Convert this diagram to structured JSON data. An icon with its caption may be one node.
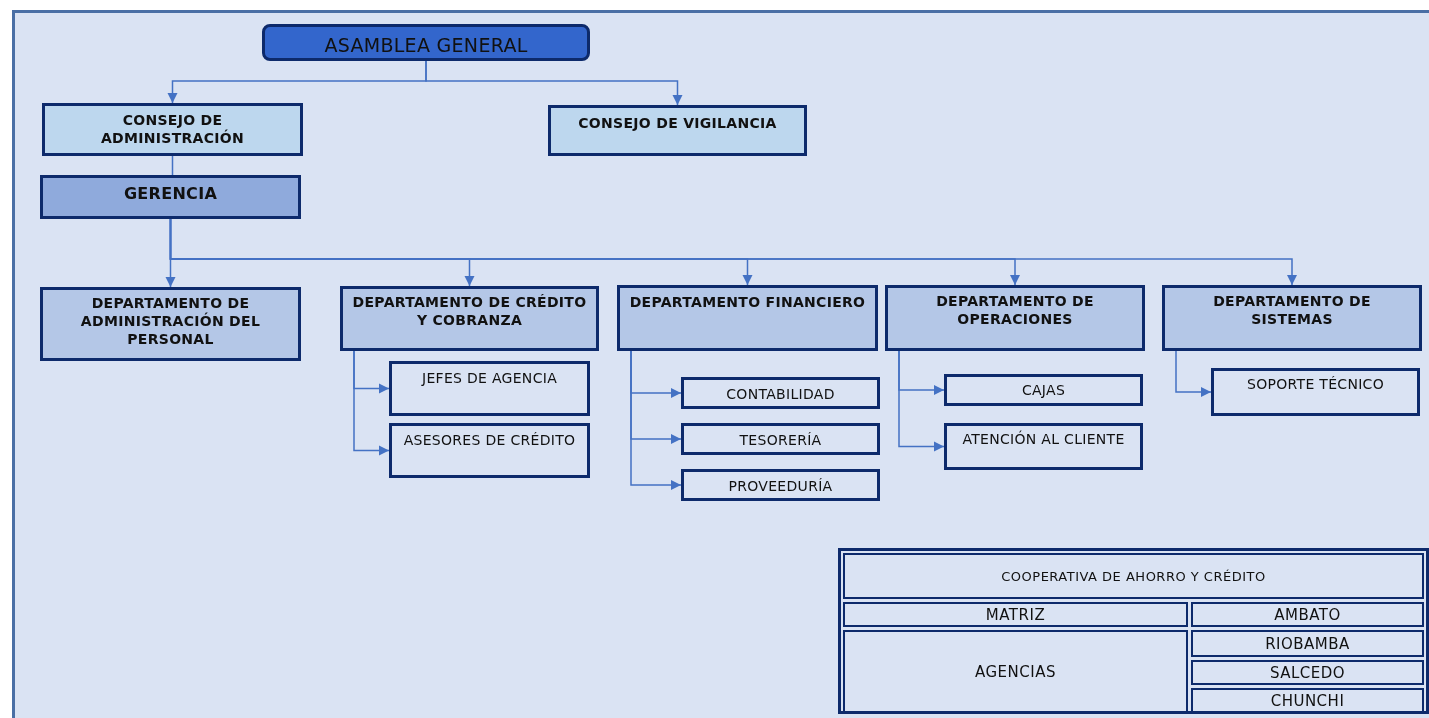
{
  "diagram": {
    "nodes": [
      {
        "text": [
          "ASAMBLEA GENERAL"
        ]
      },
      {
        "text": [
          "CONSEJO DE ADMINISTRACIÓN"
        ]
      },
      {
        "text": [
          "CONSEJO DE VIGILANCIA"
        ]
      },
      {
        "text": [
          "GERENCIA"
        ]
      },
      {
        "text": [
          "DEPARTAMENTO DE ADMINISTRACIÓN DEL PERSONAL"
        ]
      },
      {
        "text": [
          "DEPARTAMENTO DE CRÉDITO Y COBRANZA"
        ]
      },
      {
        "text": [
          "DEPARTAMENTO FINANCIERO"
        ]
      },
      {
        "text": [
          "DEPARTAMENTO DE OPERACIONES"
        ]
      },
      {
        "text": [
          "DEPARTAMENTO DE SISTEMAS"
        ]
      },
      {
        "text": [
          "JEFES DE AGENCIA"
        ]
      },
      {
        "text": [
          "ASESORES DE CRÉDITO"
        ]
      },
      {
        "text": [
          "CONTABILIDAD"
        ]
      },
      {
        "text": [
          "TESORERÍA"
        ]
      },
      {
        "text": [
          "PROVEEDURÍA"
        ]
      },
      {
        "text": [
          "CAJAS"
        ]
      },
      {
        "text": [
          "ATENCIÓN AL CLIENTE"
        ]
      },
      {
        "text": [
          "SOPORTE TÉCNICO"
        ]
      }
    ],
    "edges": [
      {
        "from": 0,
        "to": 1,
        "arrow": "to"
      },
      {
        "from": 0,
        "to": 2,
        "arrow": "to"
      },
      {
        "from": 1,
        "to": 3,
        "arrow": "to"
      },
      {
        "from": 3,
        "to": 4,
        "arrow": "to"
      },
      {
        "from": 3,
        "to": 5,
        "arrow": "to"
      },
      {
        "from": 3,
        "to": 6,
        "arrow": "to"
      },
      {
        "from": 3,
        "to": 7,
        "arrow": "to"
      },
      {
        "from": 3,
        "to": 8,
        "arrow": "to"
      },
      {
        "from": 5,
        "to": 9,
        "arrow": "to"
      },
      {
        "from": 5,
        "to": 10,
        "arrow": "to"
      },
      {
        "from": 6,
        "to": 11,
        "arrow": "to"
      },
      {
        "from": 6,
        "to": 12,
        "arrow": "to"
      },
      {
        "from": 6,
        "to": 13,
        "arrow": "to"
      },
      {
        "from": 7,
        "to": 14,
        "arrow": "to"
      },
      {
        "from": 7,
        "to": 15,
        "arrow": "to"
      },
      {
        "from": 8,
        "to": 16,
        "arrow": "to"
      }
    ],
    "labels": [
      "COOPERATIVA DE AHORRO Y CRÉDITO",
      "MATRIZ",
      "AMBATO",
      "AGENCIAS",
      "RIOBAMBA",
      "SALCEDO",
      "CHUNCHI"
    ]
  }
}
